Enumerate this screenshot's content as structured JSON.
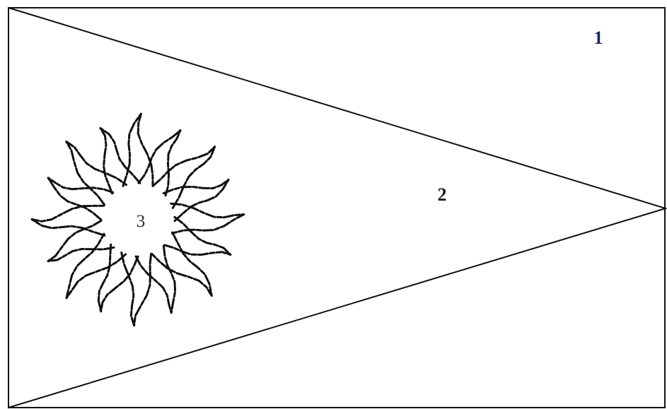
{
  "figure": {
    "region_labels": {
      "outer": "1",
      "triangle": "2",
      "sun": "3"
    },
    "colors": {
      "background": "#ffffff",
      "line": "#111111",
      "label_1": "#1a2a5c",
      "label_2": "#1a1a1a",
      "label_3": "#2a2a2a"
    },
    "sun_rays": 16
  }
}
